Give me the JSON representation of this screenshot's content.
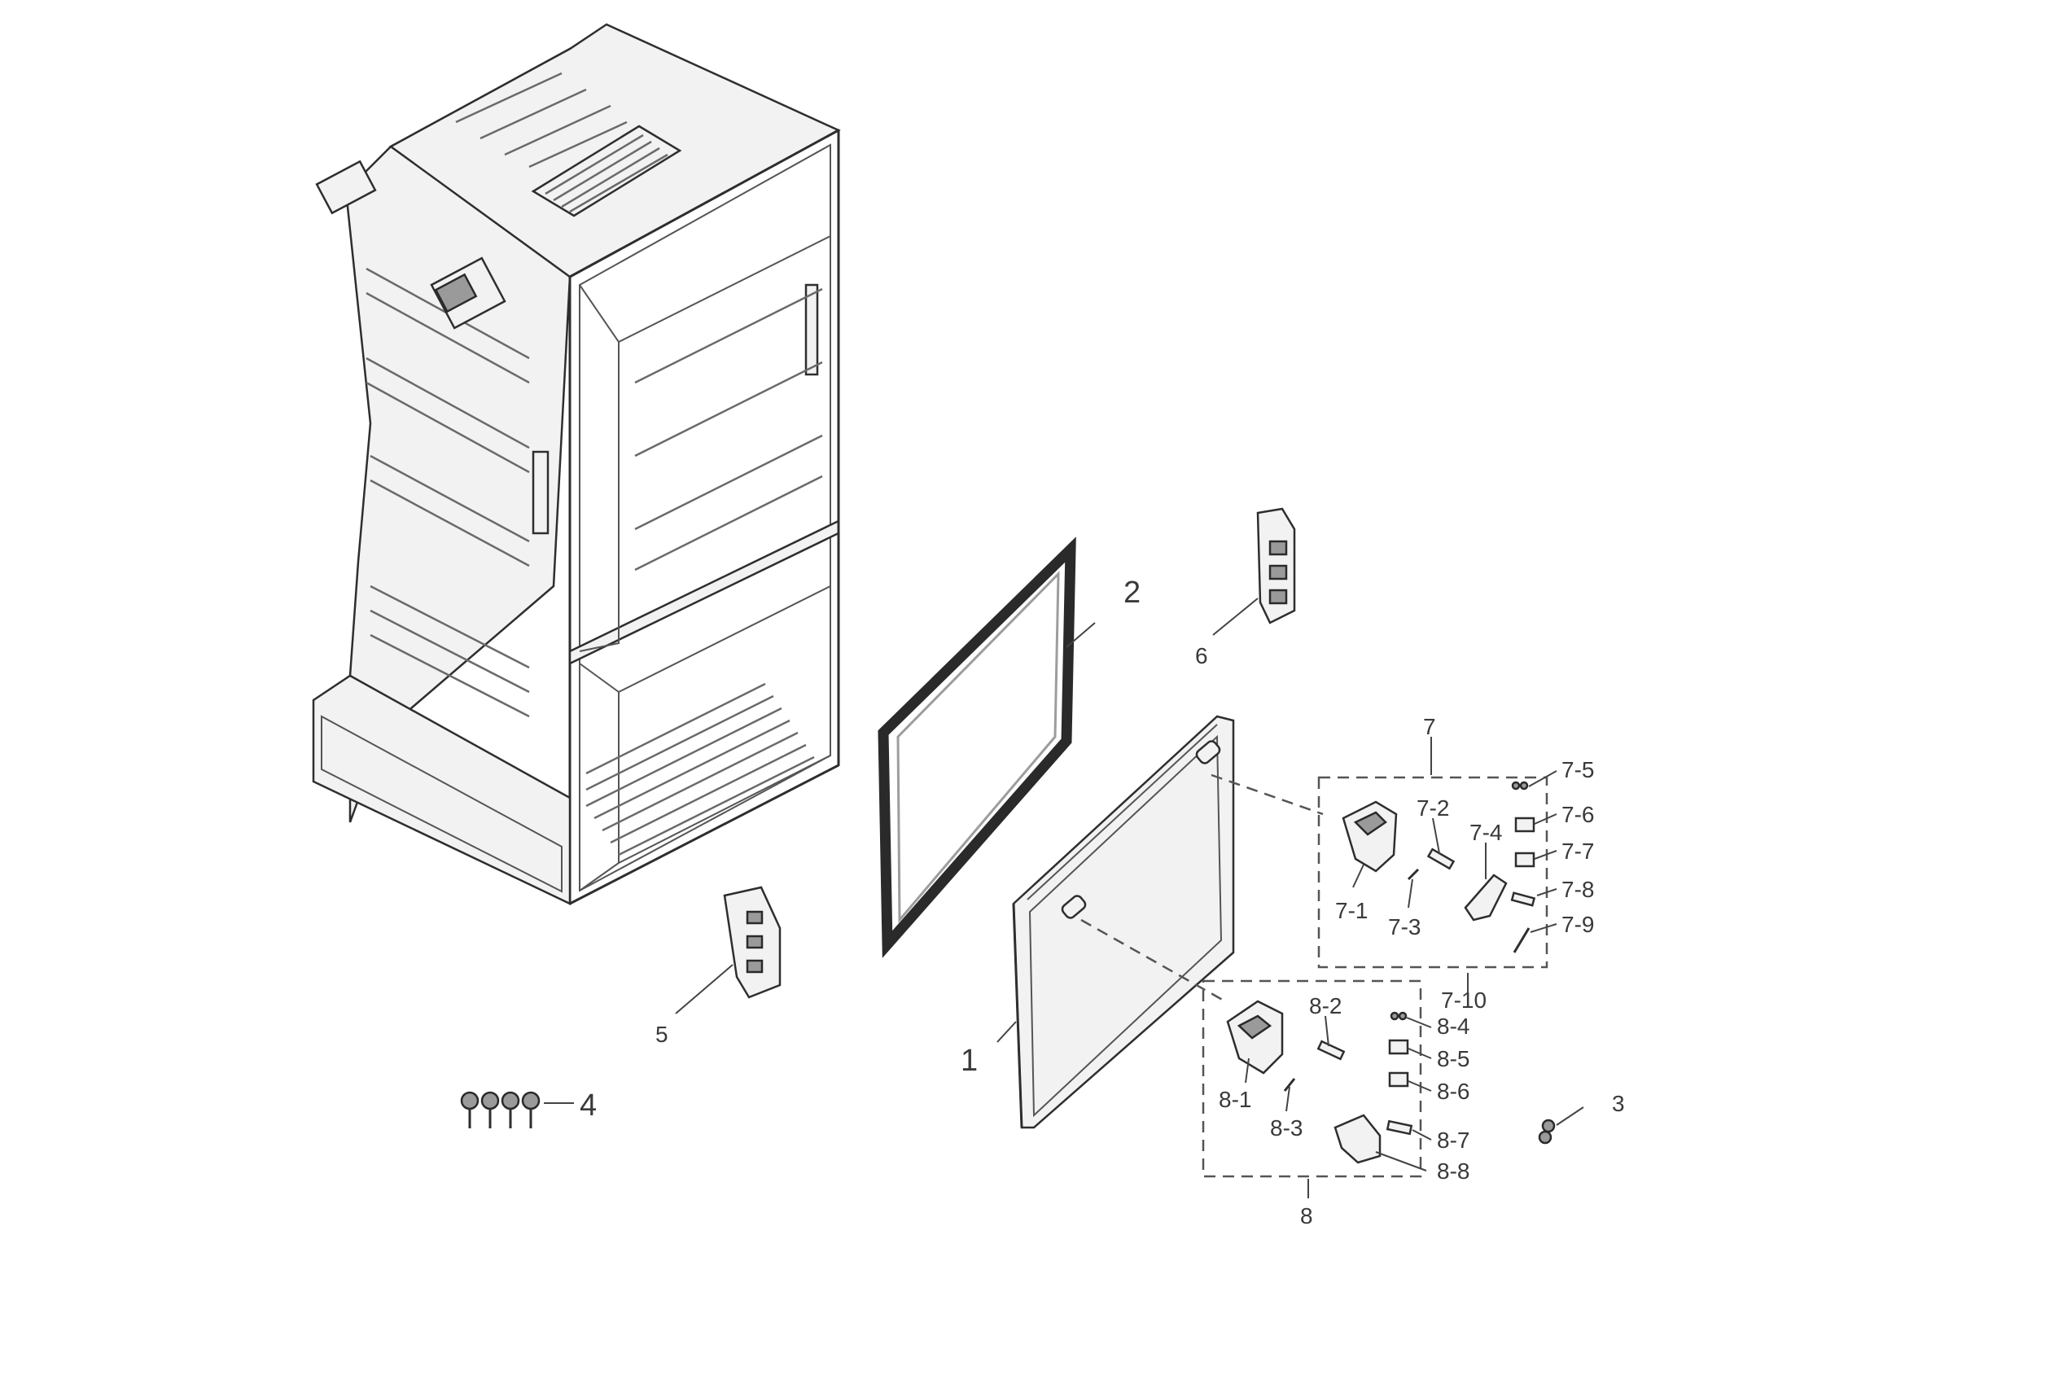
{
  "diagram": {
    "callouts": {
      "c1": "1",
      "c2": "2",
      "c3": "3",
      "c4": "4",
      "c5": "5",
      "c6": "6",
      "c7": "7",
      "c7_1": "7-1",
      "c7_2": "7-2",
      "c7_3": "7-3",
      "c7_4": "7-4",
      "c7_5": "7-5",
      "c7_6": "7-6",
      "c7_7": "7-7",
      "c7_8": "7-8",
      "c7_9": "7-9",
      "c7_10": "7-10",
      "c8": "8",
      "c8_1": "8-1",
      "c8_2": "8-2",
      "c8_3": "8-3",
      "c8_4": "8-4",
      "c8_5": "8-5",
      "c8_6": "8-6",
      "c8_7": "8-7",
      "c8_8": "8-8"
    }
  }
}
